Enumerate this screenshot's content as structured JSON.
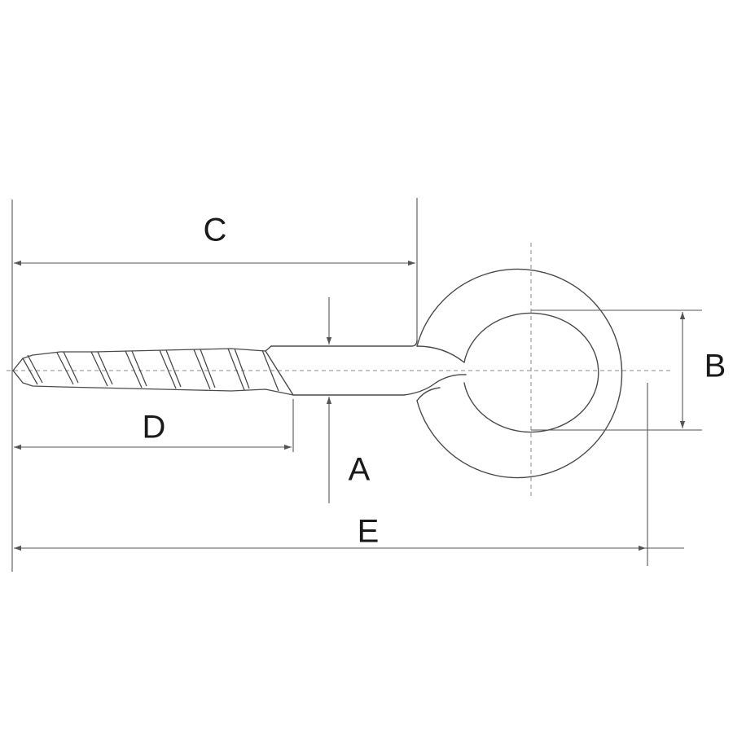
{
  "labels": {
    "a": "A",
    "b": "B",
    "c": "C",
    "d": "D",
    "e": "E"
  },
  "colors": {
    "line": "#4a4a4a",
    "text": "#1a1a1a",
    "background": "#ffffff"
  }
}
